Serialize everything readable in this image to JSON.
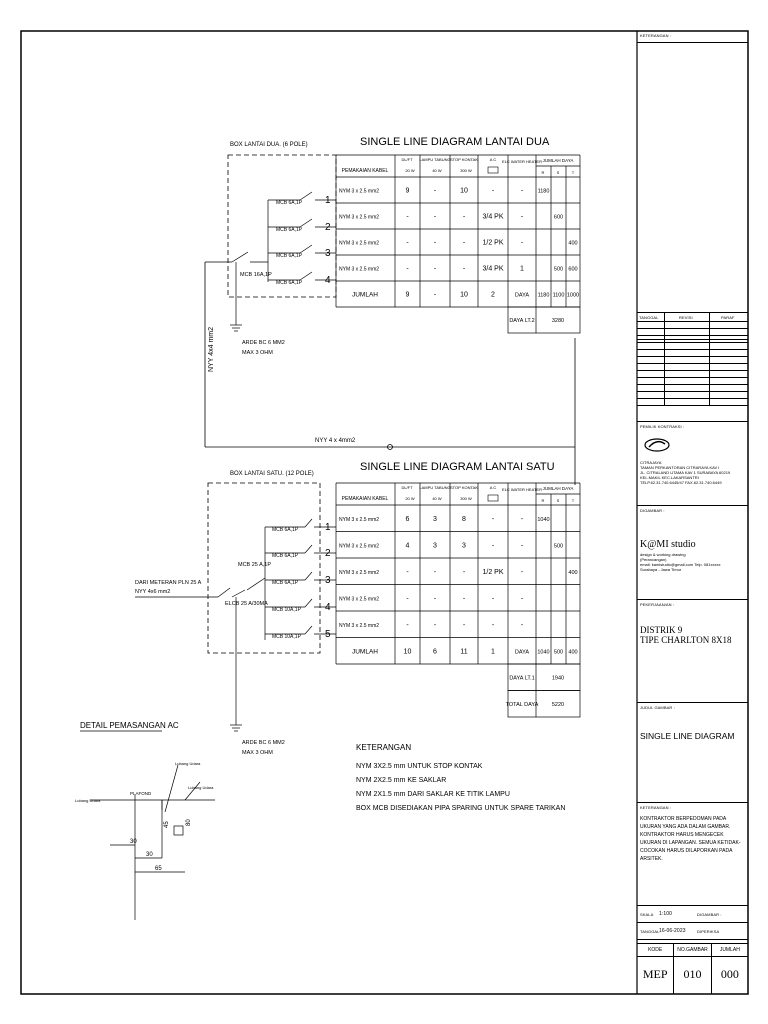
{
  "upper": {
    "title": "SINGLE LINE DIAGRAM LANTAI DUA",
    "box_label": "BOX LANTAI DUA. (6 POLE)",
    "main_breaker": "MCB 16A,1P",
    "feeder": "NYY 4x4 mm2",
    "ground": [
      "ARDE BC 6 MM2",
      "MAX 3 OHM"
    ],
    "breakers": [
      "MCB 6A,1P",
      "MCB 6A,1P",
      "MCB 6A,1P",
      "MCB 6A,1P"
    ],
    "circuits": [
      "1",
      "2",
      "3",
      "4"
    ],
    "headers": {
      "cable": "PEMAKAIAN KABEL",
      "downlight": "DL/FT",
      "downlight_w": "20 W",
      "lamp": "LAMPU TABUNG",
      "lamp_w": "40 W",
      "socket": "STOP KONTAK",
      "socket_w": "300 W",
      "ac": "A C",
      "heater": "ELC WATER HEATER",
      "total_power": "JUMLAH DAYA",
      "phases": [
        "R",
        "S",
        "T"
      ]
    },
    "rows": [
      [
        "NYM 3 x 2.5 mm2",
        "9",
        "-",
        "10",
        "-",
        "-",
        "1180",
        "",
        ""
      ],
      [
        "NYM 3 x 2.5 mm2",
        "-",
        "-",
        "-",
        "3/4 PK",
        "-",
        "",
        "600",
        ""
      ],
      [
        "NYM 3 x 2.5 mm2",
        "-",
        "-",
        "-",
        "1/2 PK",
        "-",
        "",
        "",
        "400"
      ],
      [
        "NYM 3 x 2.5 mm2",
        "-",
        "-",
        "-",
        "3/4 PK",
        "1",
        "",
        "500",
        "600"
      ]
    ],
    "sum_row": [
      "JUMLAH",
      "9",
      "-",
      "10",
      "2",
      "DAYA",
      "1180",
      "1100",
      "1000"
    ],
    "floor_total": [
      "DAYA LT.2",
      "3280"
    ]
  },
  "link_cable": "NYY 4 x 4mm2",
  "lower": {
    "title": "SINGLE LINE DIAGRAM LANTAI SATU",
    "box_label": "BOX LANTAI SATU. (12 POLE)",
    "main_breaker": "MCB 25 A,1P",
    "elcb": "ELCB 25 A/30MA",
    "incoming": [
      "DARI METERAN PLN 25 A",
      "NYY 4x6 mm2"
    ],
    "ground": [
      "ARDE BC 6 MM2",
      "MAX 3 OHM"
    ],
    "breakers": [
      "MCB 6A,1P",
      "MCB 6A,1P",
      "MCB 6A,1P",
      "MCB 10A,1P",
      "MCB 10A,1P"
    ],
    "circuits": [
      "1",
      "2",
      "3",
      "4",
      "5"
    ],
    "rows": [
      [
        "NYM 3 x 2.5 mm2",
        "6",
        "3",
        "8",
        "-",
        "-",
        "1040",
        "",
        ""
      ],
      [
        "NYM 3 x 2.5 mm2",
        "4",
        "3",
        "3",
        "-",
        "-",
        "",
        "500",
        ""
      ],
      [
        "NYM 3 x 2.5 mm2",
        "-",
        "-",
        "-",
        "1/2 PK",
        "-",
        "",
        "",
        "400"
      ],
      [
        "NYM 3 x 2.5 mm2",
        "-",
        "-",
        "-",
        "-",
        "-",
        "",
        "",
        ""
      ],
      [
        "NYM 3 x 2.5 mm2",
        "-",
        "-",
        "-",
        "-",
        "-",
        "",
        "",
        ""
      ]
    ],
    "sum_row": [
      "JUMLAH",
      "10",
      "6",
      "11",
      "1",
      "DAYA",
      "1040",
      "500",
      "400"
    ],
    "floor_total": [
      "DAYA LT.1",
      "1940"
    ],
    "grand_total": [
      "TOTAL DAYA",
      "5220"
    ]
  },
  "notes": {
    "title": "KETERANGAN",
    "lines": [
      "NYM 3X2.5 mm UNTUK STOP KONTAK",
      "NYM 2X2.5 mm KE SAKLAR",
      "NYM 2X1.5 mm DARI SAKLAR KE TITIK LAMPU",
      "BOX MCB DISEDIAKAN PIPA SPARING UNTUK SPARE TARIKAN"
    ]
  },
  "ac_detail": {
    "title": "DETAIL PEMASANGAN AC",
    "labels": [
      "PLAFOND",
      "Lubang Udara",
      "Lubang Udara",
      "Lubang Udara"
    ],
    "dims": [
      "30",
      "30",
      "65",
      "45",
      "80"
    ]
  },
  "titleblock": {
    "keterangan_top": "KETERANGAN :",
    "rev_headers": [
      "TANGGAL",
      "REVISI",
      "PARAF"
    ],
    "owner_label": "PEMILIK KONTRAKSI :",
    "owner_lines": [
      "CITRAJAYA",
      "TAMAN PERKANTORAN CITRARAYA KAV I",
      "JL. CITRALAND UTAMA KAV 1 SURABAYA 60219",
      "KEL.MAKIL KEC.LAKARSANTRI",
      "TELP.62.31.740.6445/47 FAX.62.31.740.6449"
    ],
    "designer_label": "DIGAMBAR :",
    "studio": "K@MI studio",
    "studio_lines": [
      "design & working drawing",
      "(Perancangan)",
      "email: kamistudio@gmail.com Telp. 081xxxxx",
      "Surabaya - Jawa Timur"
    ],
    "project_label": "PEKERJAAN/AN :",
    "project": [
      "DISTRIK 9",
      "TIPE CHARLTON 8X18"
    ],
    "drawing_label": "JUDUL GAMBAR :",
    "drawing_title": "SINGLE LINE DIAGRAM",
    "note_label": "KETERANGAN :",
    "note_text": "KONTRAKTOR BERPEDOMAN PADA UKURAN YANG ADA DALAM GAMBAR. KONTRAKTOR HARUS MENGECEK UKURAN DI LAPANGAN. SEMUA KETIDAK-COCOKAN HARUS DILAPORKAN PADA ARSITEK.",
    "scale_label": "SKALA",
    "scale": "1:100",
    "drawn_label": "DIGAMBAR :",
    "date_label": "TANGGAL",
    "date": "16-06-2023",
    "checked_label": "DIPERIKSA",
    "bottom_headers": [
      "KODE",
      "NO.GAMBAR",
      "JUMLAH"
    ],
    "bottom_values": [
      "MEP",
      "010",
      "000"
    ]
  }
}
